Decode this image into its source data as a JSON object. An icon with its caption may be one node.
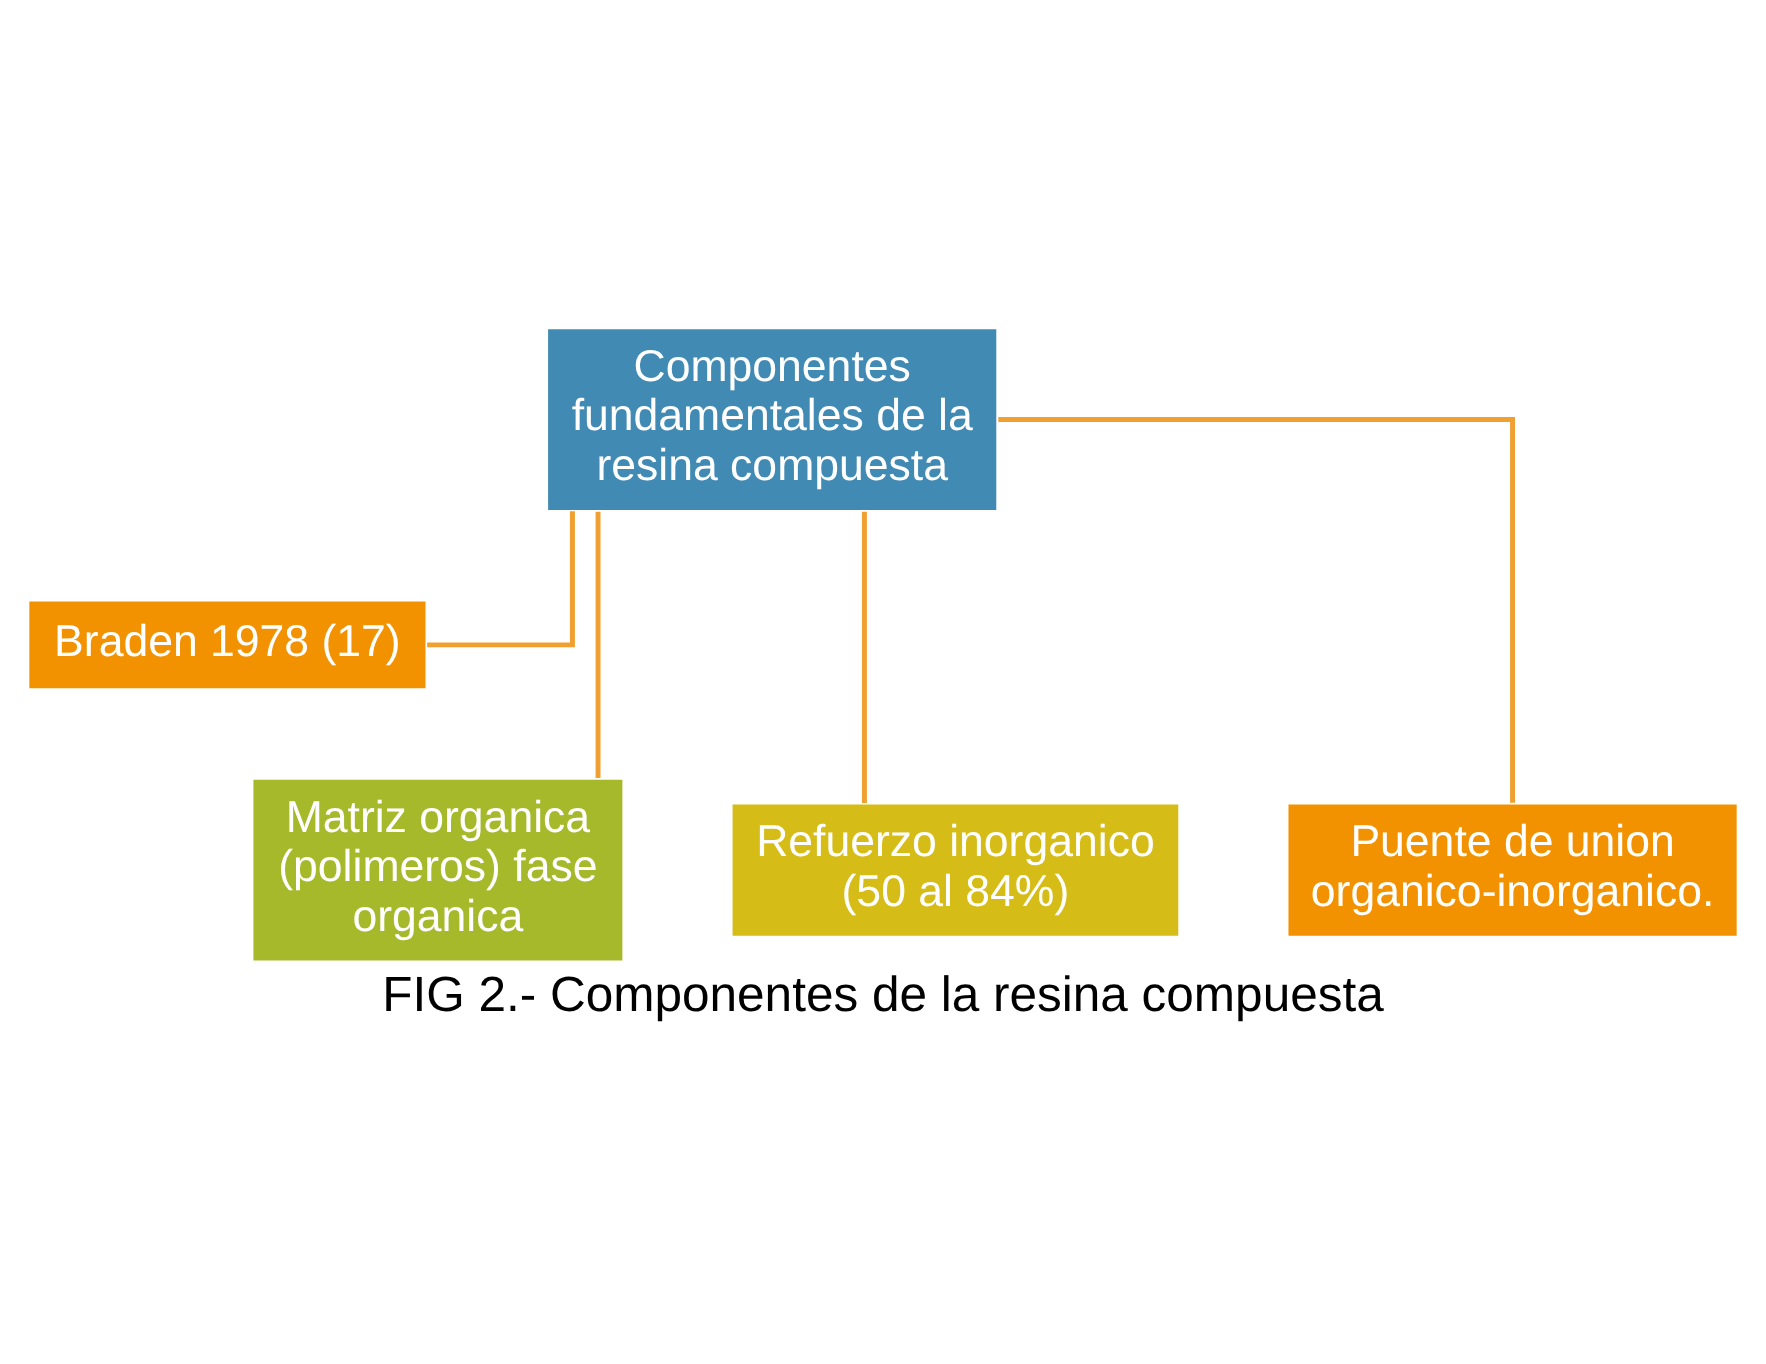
{
  "diagram": {
    "caption": "FIG 2.- Componentes de la resina compuesta",
    "nodes": [
      {
        "text": [
          "Componentes fundamentales de la resina compuesta"
        ]
      },
      {
        "text": [
          "Braden 1978 (17)"
        ]
      },
      {
        "text": [
          "Matriz organica (polimeros) fase organica"
        ]
      },
      {
        "text": [
          "Refuerzo inorganico (50 al 84%)"
        ]
      },
      {
        "text": [
          "Puente de union organico-inorganico."
        ]
      }
    ],
    "edges": [
      {
        "from": 0,
        "to": 1,
        "arrow": "none"
      },
      {
        "from": 0,
        "to": 2,
        "arrow": "none"
      },
      {
        "from": 0,
        "to": 3,
        "arrow": "none"
      },
      {
        "from": 0,
        "to": 4,
        "arrow": "none"
      }
    ]
  }
}
